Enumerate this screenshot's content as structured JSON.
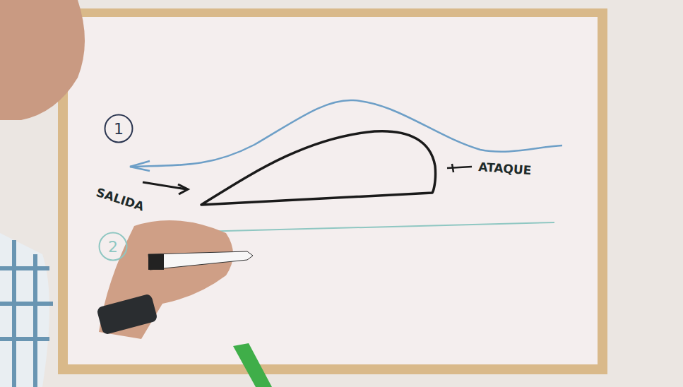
{
  "diagram": {
    "nodes": [
      {
        "text": [
          "1"
        ]
      },
      {
        "text": [
          "2"
        ]
      }
    ],
    "labels": [
      "SALIDA",
      "ATAQUE"
    ]
  }
}
